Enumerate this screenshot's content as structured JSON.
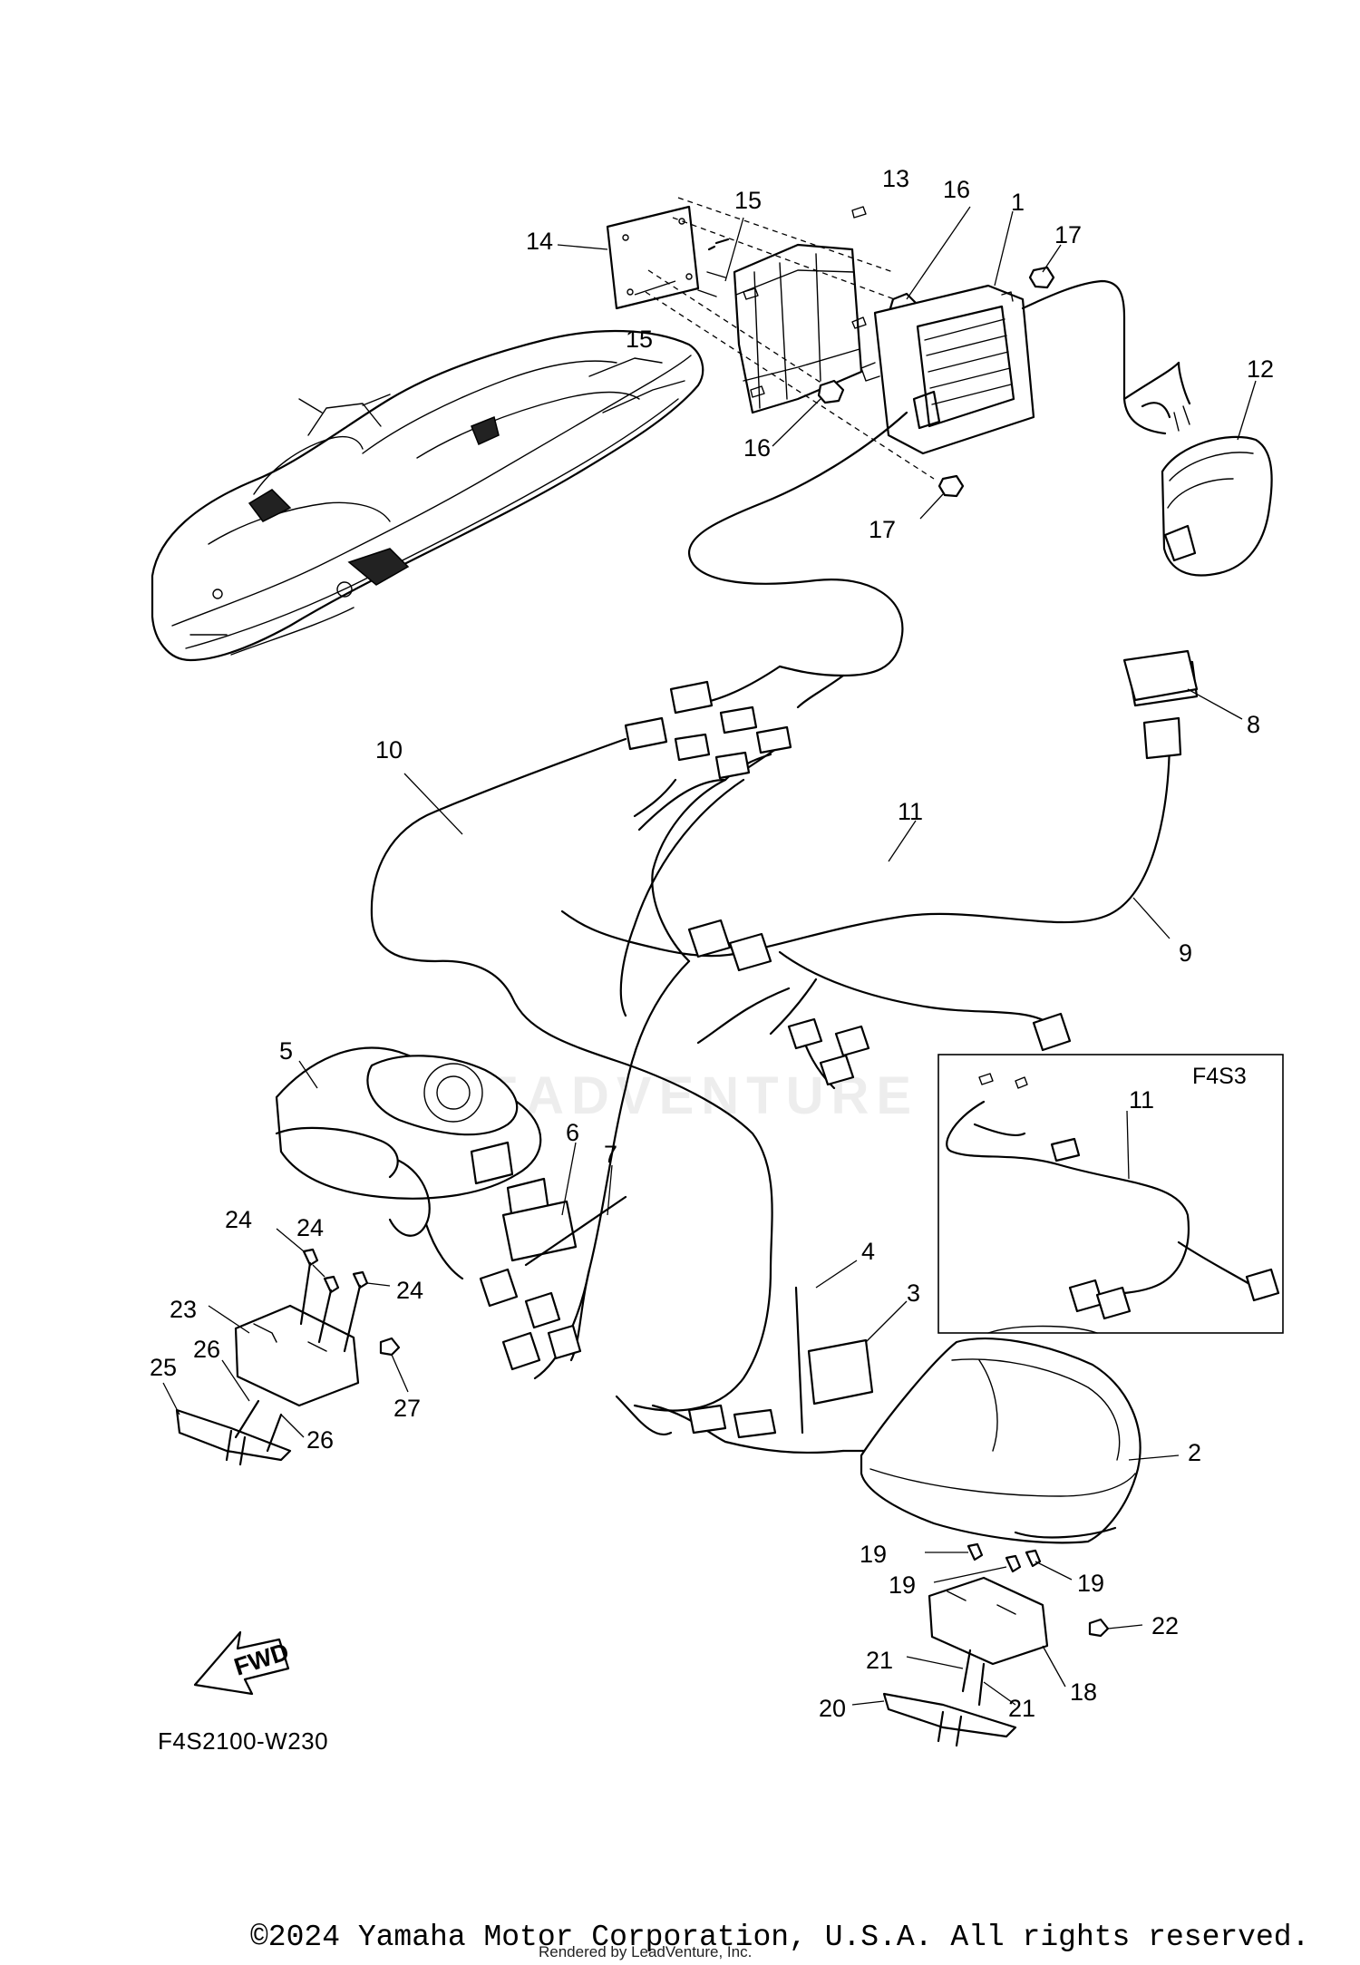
{
  "diagram": {
    "callouts": [
      "1",
      "2",
      "3",
      "4",
      "5",
      "6",
      "7",
      "8",
      "9",
      "10",
      "11",
      "12",
      "13",
      "14",
      "15",
      "16",
      "17",
      "18",
      "19",
      "20",
      "21",
      "22",
      "23",
      "24",
      "25",
      "26",
      "27"
    ],
    "inset_label": "F4S3",
    "inset_callout": "11",
    "fwd_label": "FWD",
    "diagram_code": "F4S2100-W230",
    "watermark": "LEADVENTURE",
    "copyright": "©2024 Yamaha Motor Corporation, U.S.A. All rights reserved.",
    "rendered_by": "Rendered by LeadVenture, Inc."
  }
}
